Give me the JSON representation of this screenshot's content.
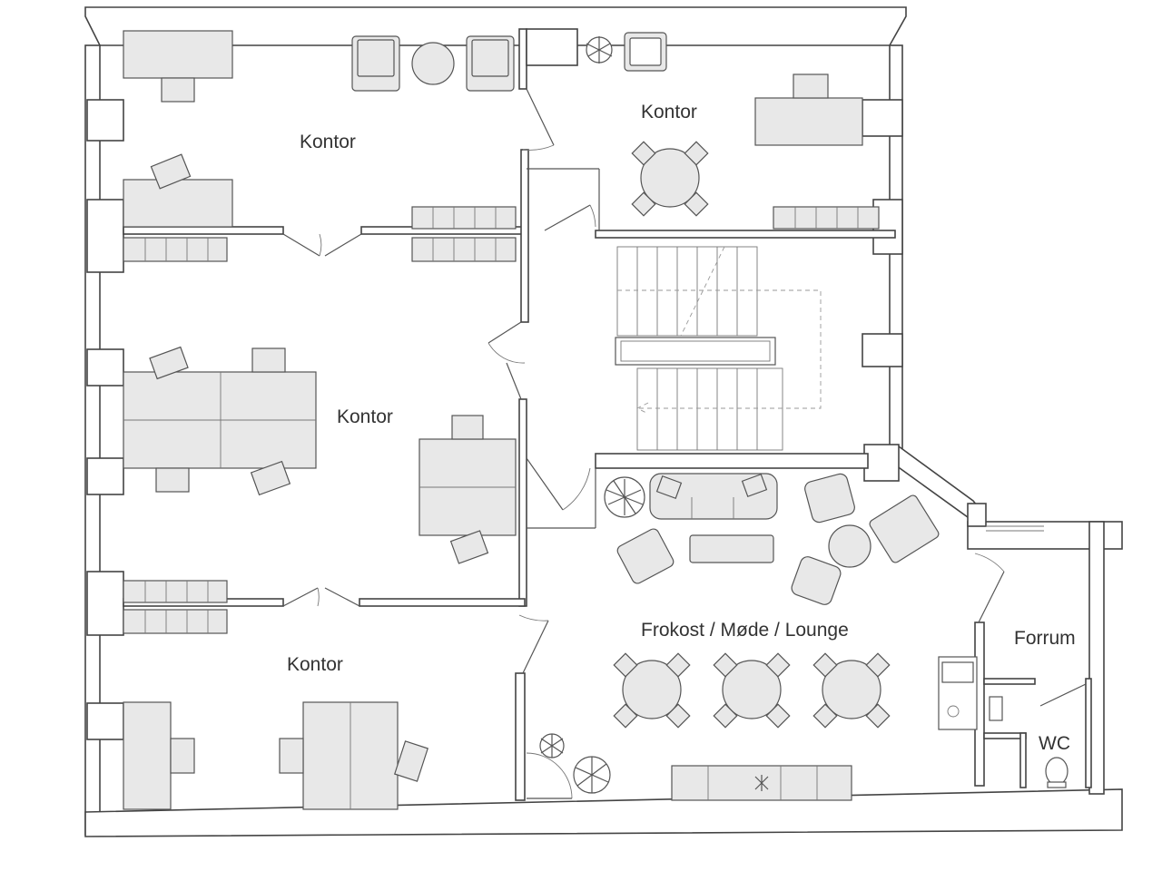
{
  "rooms": {
    "office_top_left": "Kontor",
    "office_top_right": "Kontor",
    "office_middle": "Kontor",
    "office_bottom": "Kontor",
    "lounge": "Frokost / Møde / Lounge",
    "entry": "Forrum",
    "wc": "WC"
  },
  "colors": {
    "wall_stroke": "#444444",
    "furniture_fill": "#e8e8e8",
    "label": "#333333"
  }
}
